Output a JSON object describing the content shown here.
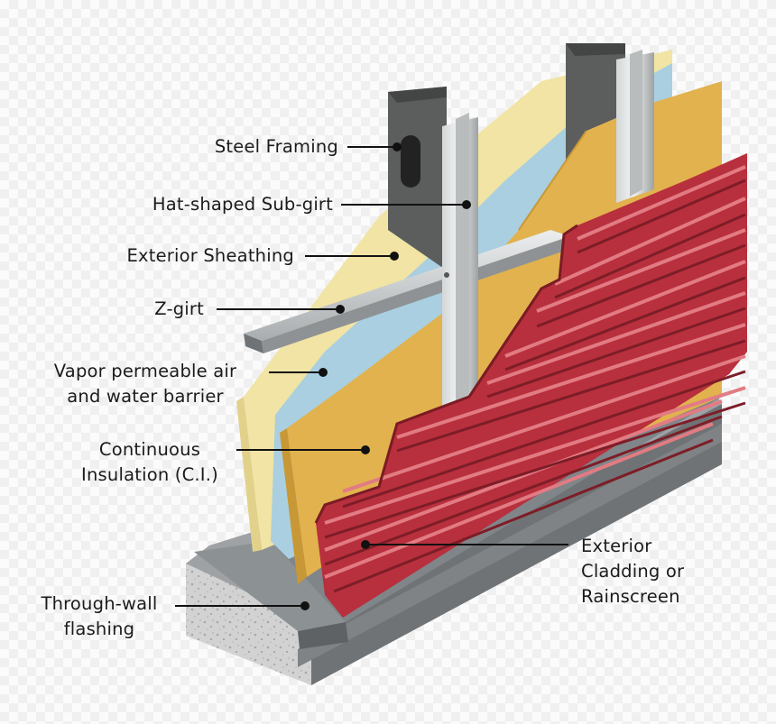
{
  "labels": {
    "steel_framing": "Steel Framing",
    "hat_subgirt": "Hat-shaped Sub-girt",
    "exterior_sheathing": "Exterior Sheathing",
    "z_girt": "Z-girt",
    "vapor_barrier": [
      "Vapor permeable air",
      "and water barrier"
    ],
    "continuous_insulation": [
      "Continuous",
      "Insulation (C.I.)"
    ],
    "through_wall_flashing": [
      "Through-wall",
      "flashing"
    ],
    "exterior_cladding": [
      "Exterior",
      "Cladding or",
      "Rainscreen"
    ]
  },
  "colors": {
    "cladding": "#b8303d",
    "insulation": "#e2b24e",
    "barrier": "#a9cfe0",
    "sheathing": "#f1e4a4",
    "steel": "#5e605f",
    "girt": "#c2c5c6",
    "concrete": "#cfcfcf"
  }
}
